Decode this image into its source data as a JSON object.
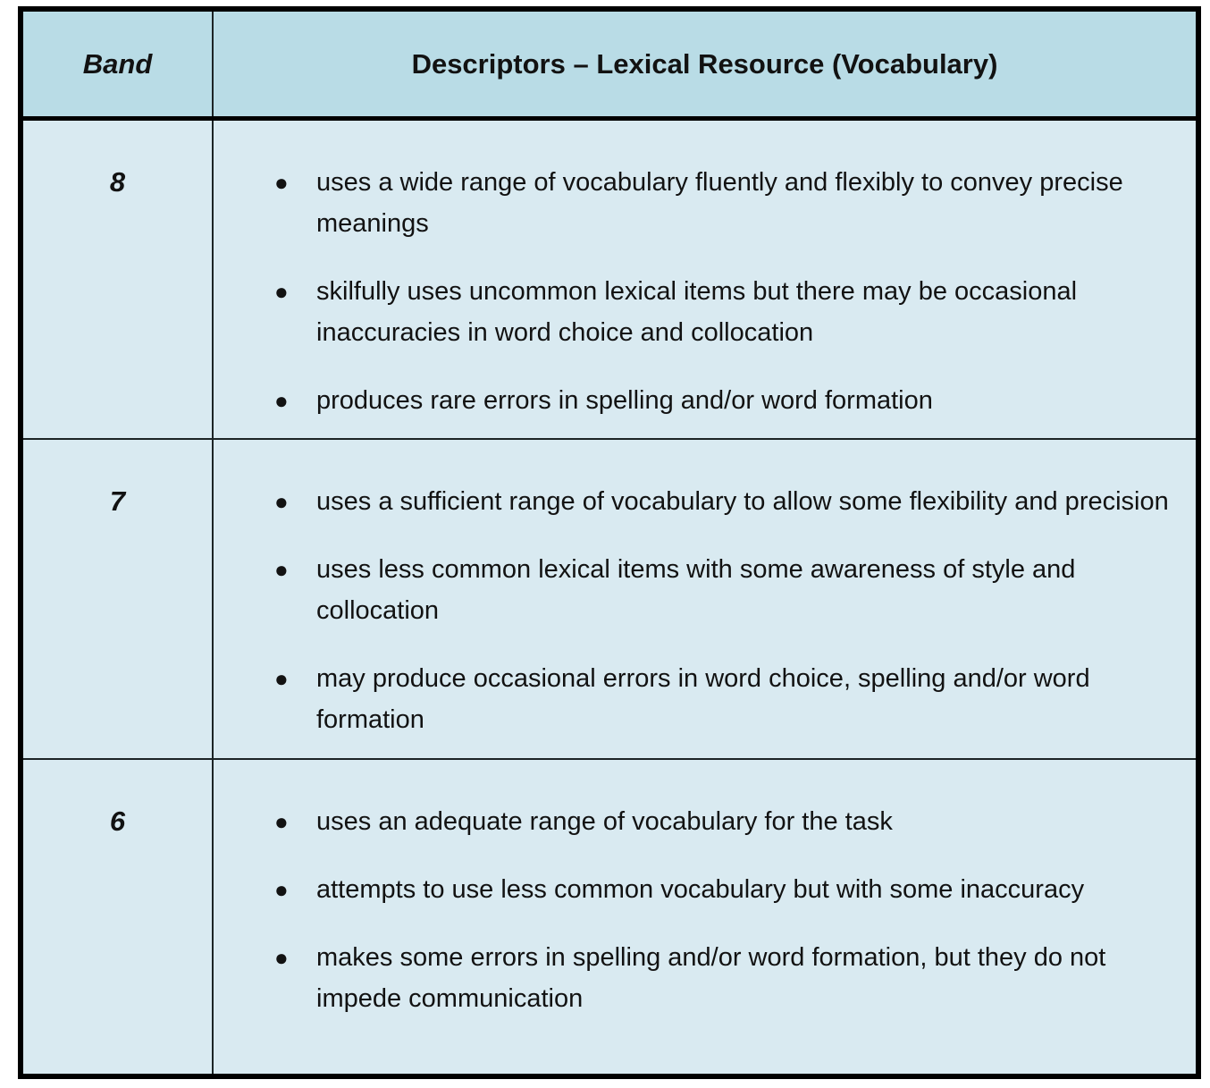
{
  "table": {
    "header": {
      "band_label": "Band",
      "descriptors_label": "Descriptors – Lexical Resource (Vocabulary)"
    },
    "rows": [
      {
        "band": "8",
        "bullets": [
          "uses a wide range of vocabulary fluently and flexibly to convey precise meanings",
          "skilfully uses uncommon lexical items but there may be occasional inaccuracies in word choice and collocation",
          "produces rare errors in spelling and/or word formation"
        ]
      },
      {
        "band": "7",
        "bullets": [
          "uses a sufficient range of vocabulary to allow some flexibility and precision",
          "uses less common lexical items with some awareness of style and collocation",
          "may produce occasional errors in word choice, spelling and/or word formation"
        ]
      },
      {
        "band": "6",
        "bullets": [
          "uses an adequate range of vocabulary for the task",
          "attempts to use less common vocabulary but with some inaccuracy",
          "makes some errors in spelling and/or word formation, but they do not impede communication"
        ]
      }
    ],
    "glyphs": {
      "bullet": "●"
    },
    "colors": {
      "header_bg": "#b9dce6",
      "body_bg": "#d9eaf1",
      "outer_border": "#000000",
      "inner_border": "#1c2426",
      "text": "#121212"
    }
  }
}
